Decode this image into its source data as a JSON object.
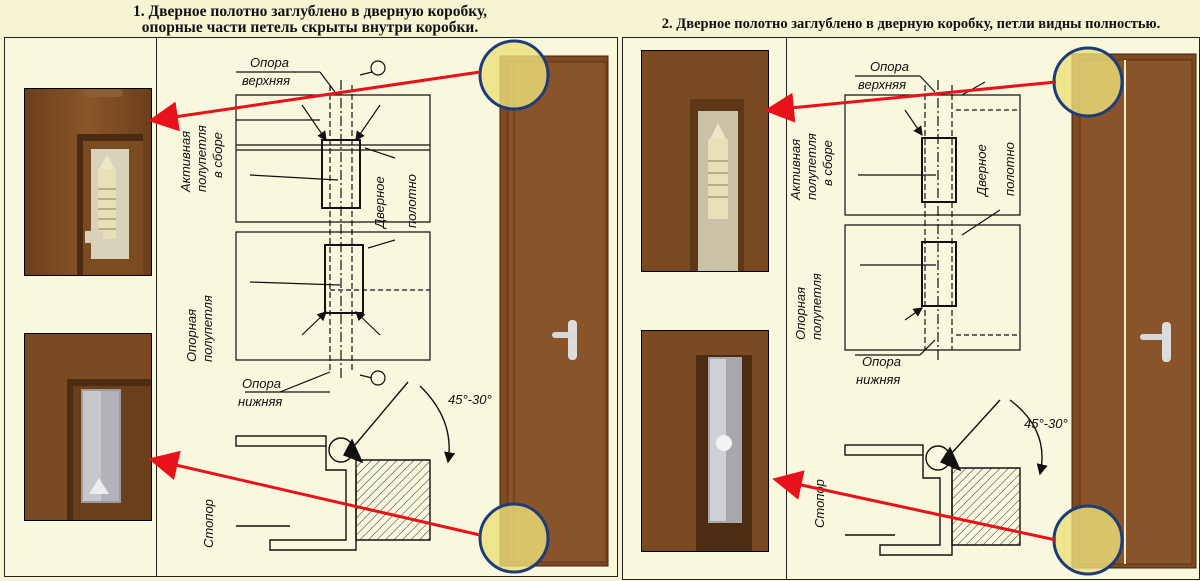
{
  "titles": {
    "left_line1": "1. Дверное полотно заглублено в дверную коробку,",
    "left_line2": "опорные части петель скрыты внутри коробки.",
    "right": "2. Дверное полотно заглублено в дверную коробку, петли видны полностью."
  },
  "labels": {
    "upper_support_1": "Опора",
    "upper_support_2": "верхняя",
    "active_half_1": "Активная",
    "active_half_2": "полупетля",
    "active_half_3": "в сборе",
    "door_leaf_1": "Дверное",
    "door_leaf_2": "полотно",
    "support_half_1": "Опорная",
    "support_half_2": "полупетля",
    "lower_support_1": "Опора",
    "lower_support_2": "нижняя",
    "angle": "45°-30°",
    "stopper": "Стопор"
  },
  "colors": {
    "background": "#f7f4d4",
    "door_wood": "#7d4a22",
    "arrow": "#e8121a",
    "highlight_fill": "#ece07a",
    "highlight_ring": "#1d3c78"
  }
}
